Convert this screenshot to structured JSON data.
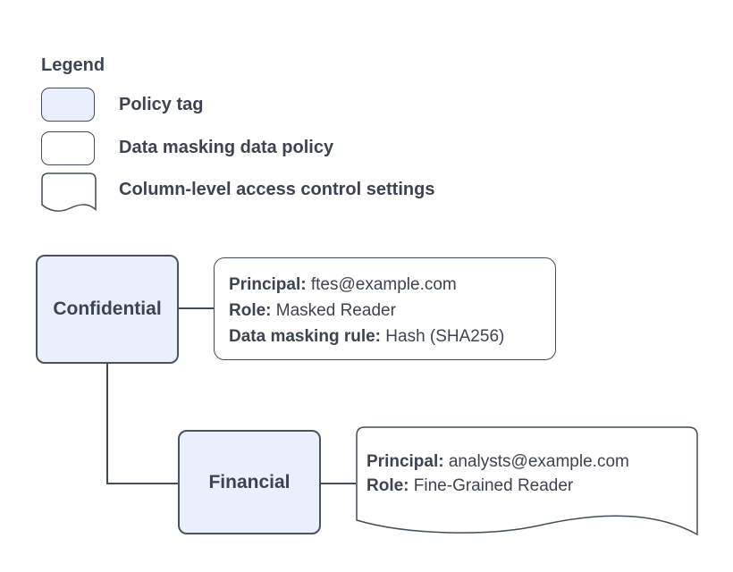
{
  "colors": {
    "policy_tag_fill": "#e8f0fe",
    "stroke": "#434c59",
    "text": "#3b4450",
    "background": "#ffffff"
  },
  "legend": {
    "title": "Legend",
    "items": [
      {
        "swatch": "policy-tag-swatch",
        "label": "Policy tag"
      },
      {
        "swatch": "data-policy-swatch",
        "label": "Data masking data policy"
      },
      {
        "swatch": "column-settings-swatch",
        "label": "Column-level access control settings"
      }
    ]
  },
  "diagram": {
    "policy_tags": [
      {
        "name": "Confidential"
      },
      {
        "name": "Financial"
      }
    ],
    "data_policy": {
      "lines": [
        {
          "label": "Principal:",
          "value": "ftes@example.com"
        },
        {
          "label": "Role:",
          "value": "Masked Reader"
        },
        {
          "label": "Data masking rule:",
          "value": "Hash (SHA256)"
        }
      ]
    },
    "access_settings": {
      "lines": [
        {
          "label": "Principal:",
          "value": "analysts@example.com"
        },
        {
          "label": "Role:",
          "value": "Fine-Grained Reader"
        }
      ]
    }
  }
}
